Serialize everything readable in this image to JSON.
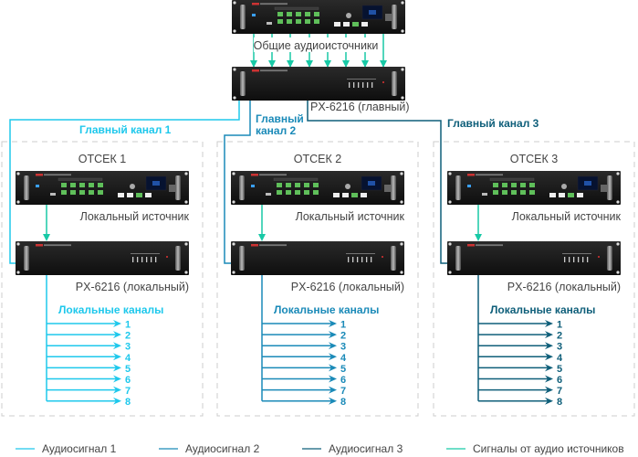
{
  "colors": {
    "signal1": "#1ec8ec",
    "signal2": "#1a8ab8",
    "signal3": "#0f5f7a",
    "sources": "#18c9a6",
    "dashed": "#cccccc",
    "text": "#444444"
  },
  "top": {
    "source_label": "Общие аудиоисточники",
    "main_device_label": "PX-6216 (главный)",
    "source_arrows": 8
  },
  "main_channels": [
    {
      "label": "Главный канал 1",
      "signal": "signal1"
    },
    {
      "label_line1": "Главный",
      "label_line2": "канал 2",
      "signal": "signal2"
    },
    {
      "label": "Главный канал 3",
      "signal": "signal3"
    }
  ],
  "zones": [
    {
      "title": "ОТСЕК 1",
      "source_label": "Локальный источник",
      "device_label": "PX-6216 (локальный)",
      "channels_title": "Локальные каналы",
      "channels": [
        "1",
        "2",
        "3",
        "4",
        "5",
        "6",
        "7",
        "8"
      ],
      "signal": "signal1"
    },
    {
      "title": "ОТСЕК 2",
      "source_label": "Локальный источник",
      "device_label": "PX-6216 (локальный)",
      "channels_title": "Локальные каналы",
      "channels": [
        "1",
        "2",
        "3",
        "4",
        "5",
        "6",
        "7",
        "8"
      ],
      "signal": "signal2"
    },
    {
      "title": "ОТСЕК 3",
      "source_label": "Локальный источник",
      "device_label": "PX-6216 (локальный)",
      "channels_title": "Локальные каналы",
      "channels": [
        "1",
        "2",
        "3",
        "4",
        "5",
        "6",
        "7",
        "8"
      ],
      "signal": "signal3"
    }
  ],
  "legend": [
    {
      "label": "Аудиосигнал 1",
      "color": "signal1"
    },
    {
      "label": "Аудиосигнал 2",
      "color": "signal2"
    },
    {
      "label": "Аудиосигнал 3",
      "color": "signal3"
    },
    {
      "label": "Сигналы от аудио источников",
      "color": "sources"
    }
  ]
}
